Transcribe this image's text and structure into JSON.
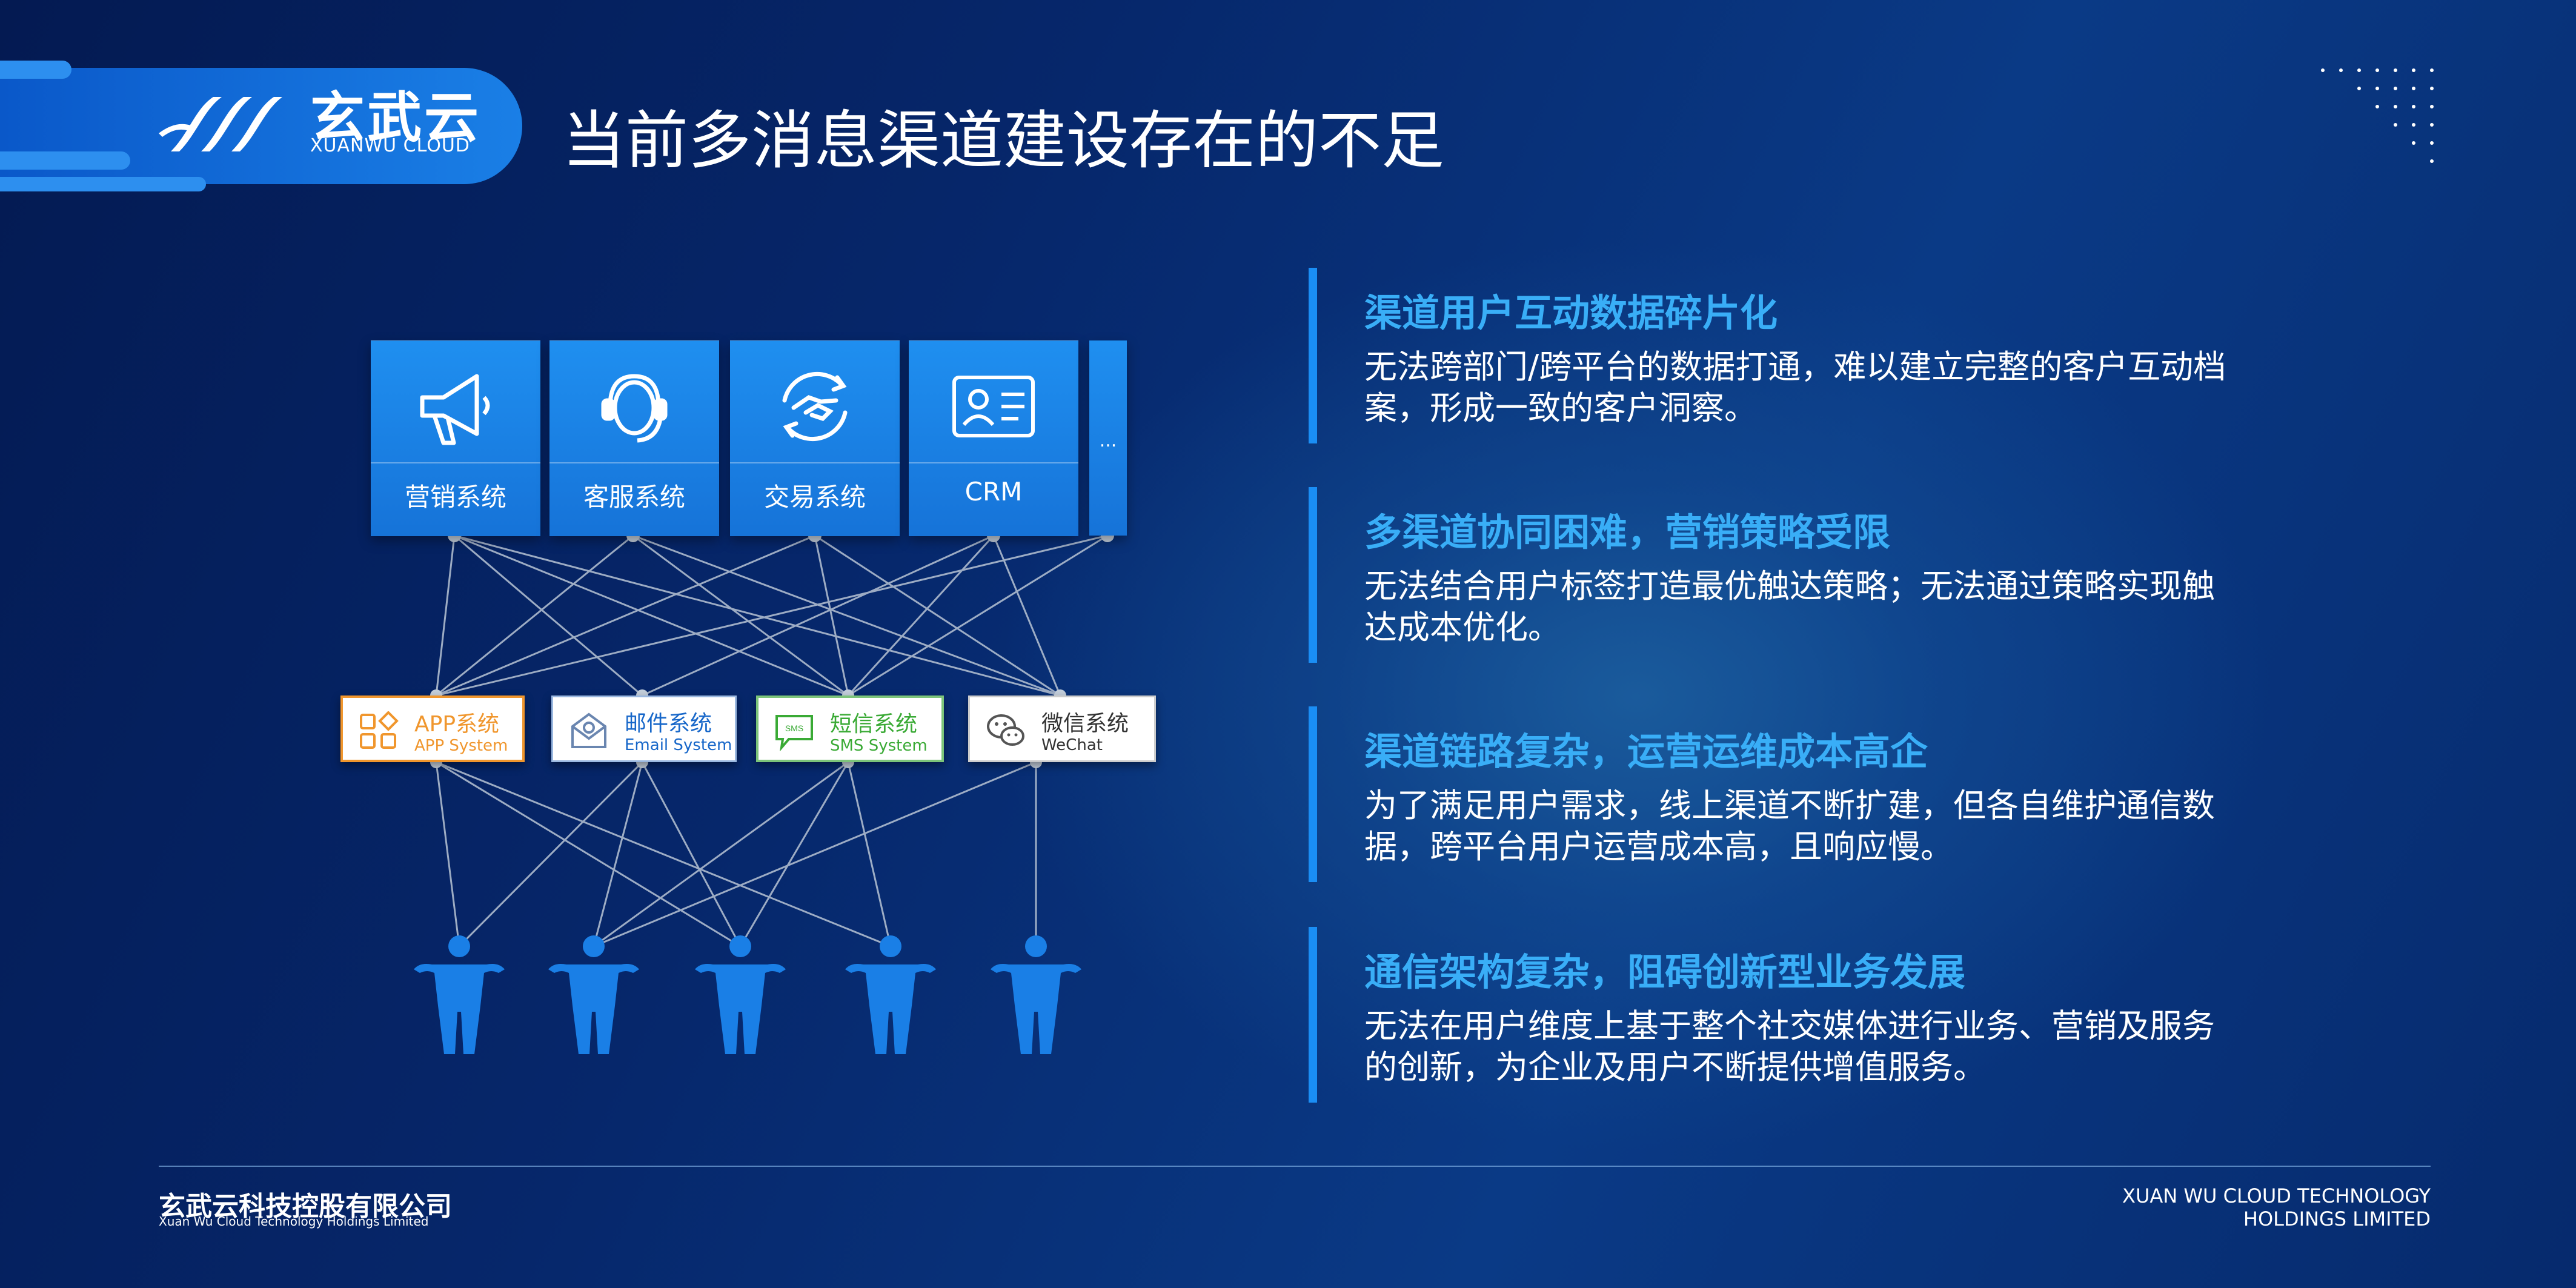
{
  "brand": {
    "logo_cn": "玄武云",
    "logo_en": "XUANWU CLOUD"
  },
  "slide": {
    "title": "当前多消息渠道建设存在的不足"
  },
  "systems": [
    {
      "label": "营销系统",
      "icon": "megaphone-icon"
    },
    {
      "label": "客服系统",
      "icon": "headset-agent-icon"
    },
    {
      "label": "交易系统",
      "icon": "handshake-icon"
    },
    {
      "label": "CRM",
      "icon": "id-card-icon"
    }
  ],
  "systems_more": "...",
  "channels": [
    {
      "cn": "APP系统",
      "en": "APP System",
      "color": "#f0962d",
      "icon": "app-grid-icon"
    },
    {
      "cn": "邮件系统",
      "en": "Email System",
      "color": "#1767c9",
      "icon": "envelope-icon"
    },
    {
      "cn": "短信系统",
      "en": "SMS System",
      "color": "#3aaa35",
      "icon": "sms-bubble-icon"
    },
    {
      "cn": "微信系统",
      "en": "WeChat",
      "color": "#333333",
      "icon": "wechat-icon"
    }
  ],
  "issues": [
    {
      "title": "渠道用户互动数据碎片化",
      "body": "无法跨部门/跨平台的数据打通，难以建立完整的客户互动档案，形成一致的客户洞察。"
    },
    {
      "title": "多渠道协同困难，营销策略受限",
      "body": "无法结合用户标签打造最优触达策略；无法通过策略实现触达成本优化。"
    },
    {
      "title": "渠道链路复杂，运营运维成本高企",
      "body": "为了满足用户需求，线上渠道不断扩建，但各自维护通信数据，跨平台用户运营成本高，且响应慢。"
    },
    {
      "title": "通信架构复杂，阻碍创新型业务发展",
      "body": "无法在用户维度上基于整个社交媒体进行业务、营销及服务的创新，为企业及用户不断提供增值服务。"
    }
  ],
  "footer": {
    "company_cn": "玄武云科技控股有限公司",
    "company_en": "Xuan Wu Cloud Technology Holdings Limited",
    "right_line1": "XUAN WU CLOUD TECHNOLOGY",
    "right_line2": "HOLDINGS LIMITED"
  },
  "colors": {
    "accent": "#1a8ef5",
    "heading": "#39aef7",
    "card": "#1f8ff0",
    "line": "#b8c4d4"
  }
}
